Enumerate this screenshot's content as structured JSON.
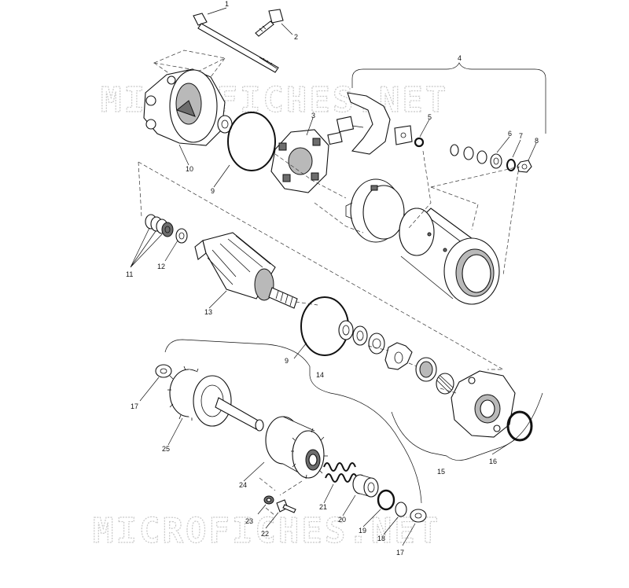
{
  "watermark": {
    "top": "MICROFICHES.NET",
    "bottom": "MICROFICHES.NET"
  },
  "callouts": {
    "p1": "1",
    "p2": "2",
    "p3": "3",
    "p4": "4",
    "p5": "5",
    "p6": "6",
    "p7": "7",
    "p8": "8",
    "p9a": "9",
    "p9b": "9",
    "p10": "10",
    "p11": "11",
    "p12": "12",
    "p13": "13",
    "p14": "14",
    "p15": "15",
    "p16": "16",
    "p17a": "17",
    "p17b": "17",
    "p18": "18",
    "p19": "19",
    "p20": "20",
    "p21": "21",
    "p22": "22",
    "p23": "23",
    "p24": "24",
    "p25": "25"
  }
}
